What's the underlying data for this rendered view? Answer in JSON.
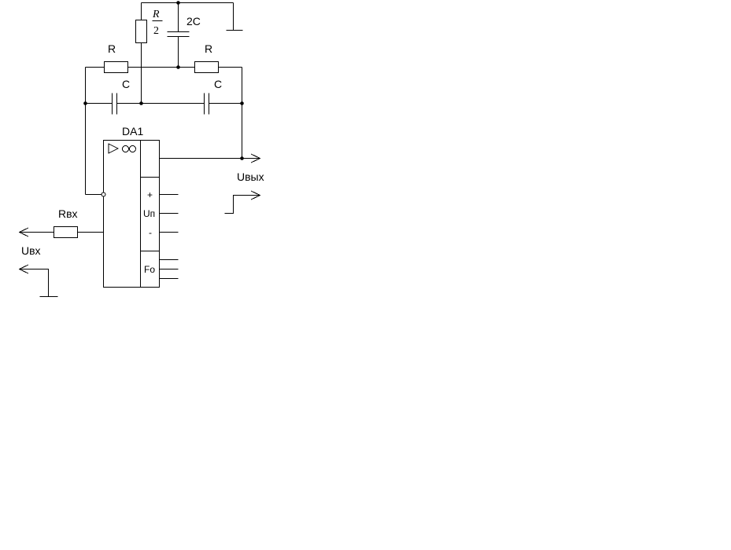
{
  "labels": {
    "r_half_num": "R",
    "r_half_den": "2",
    "cap_2c": "2C",
    "r_left": "R",
    "r_right": "R",
    "c_left": "C",
    "c_right": "C",
    "chip": "DA1",
    "u_out": "Uвых",
    "r_in": "Rвх",
    "u_in": "Uвх"
  },
  "chip": {
    "symbol": "▷ ∞",
    "pin_plus": "+",
    "pin_power": "Uп",
    "pin_minus": "-",
    "pin_fo": "Fo"
  }
}
